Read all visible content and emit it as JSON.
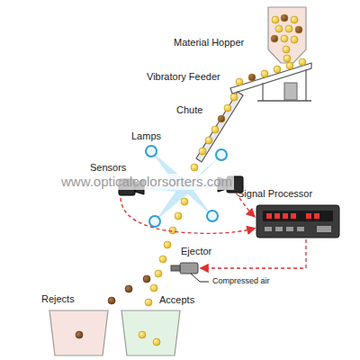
{
  "diagram": {
    "labels": [
      "Material Hopper",
      "Vibratory Feeder",
      "Chute",
      "Lamps",
      "Sensors",
      "www.opticalcolorsorters.com",
      "Signal Processor",
      "Ejector",
      "Compressed air",
      "Rejects",
      "Accepts"
    ]
  }
}
